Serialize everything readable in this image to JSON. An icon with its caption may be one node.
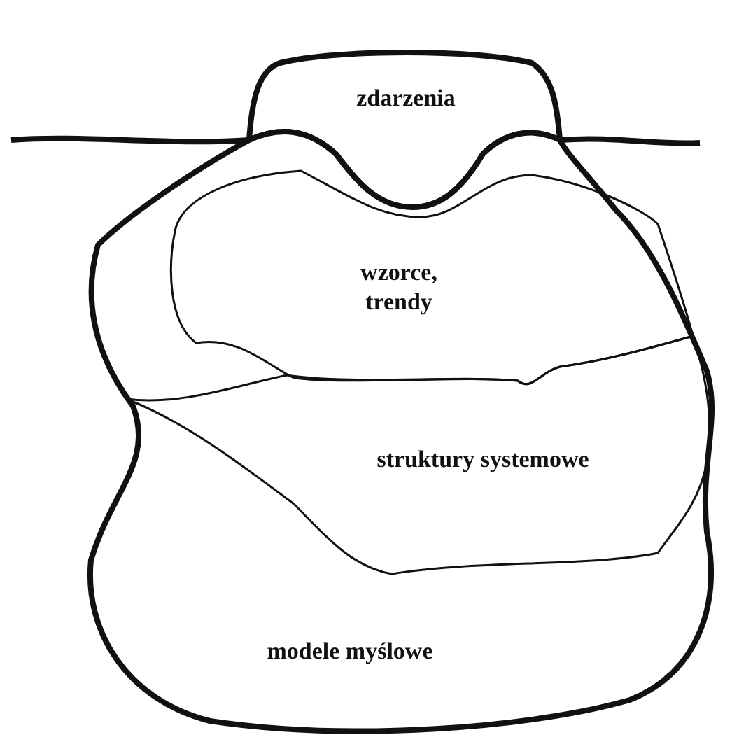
{
  "diagram": {
    "nodes": [
      {
        "text": [
          "zdarzenia"
        ]
      },
      {
        "text": [
          "modele myślowe"
        ]
      },
      {
        "text": [
          "wzorce, trendy"
        ],
        "in": 1
      },
      {
        "text": [
          "struktury systemowe"
        ],
        "in": 1
      }
    ]
  }
}
